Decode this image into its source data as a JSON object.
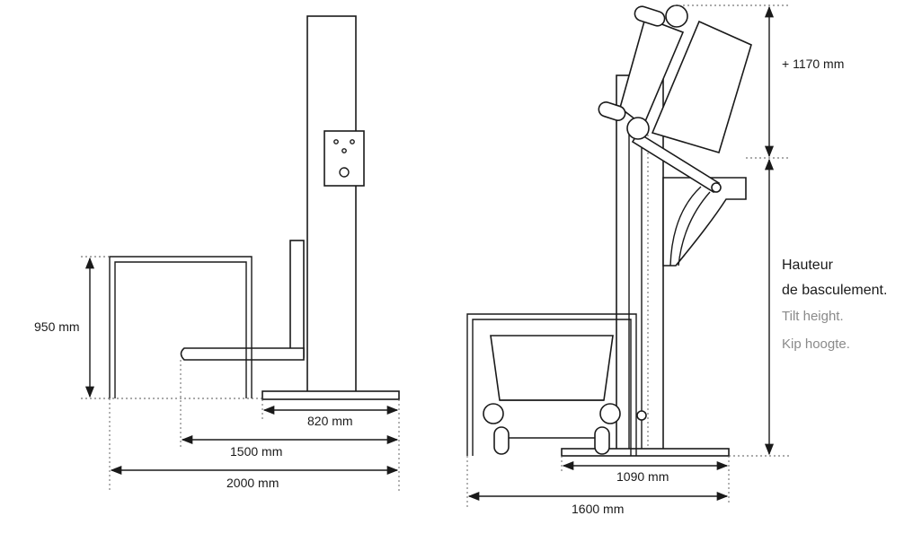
{
  "left_view": {
    "height_label": "950 mm",
    "width_820": "820 mm",
    "width_1500": "1500 mm",
    "width_2000": "2000 mm"
  },
  "right_view": {
    "top_label": "+ 1170 mm",
    "tilt_fr_1": "Hauteur",
    "tilt_fr_2": "de basculement.",
    "tilt_en": "Tilt height.",
    "tilt_nl": "Kip hoogte.",
    "width_1090": "1090 mm",
    "width_1600": "1600 mm"
  },
  "colors": {
    "line": "#1a1a1a",
    "gray_text": "#8a8a8a"
  }
}
